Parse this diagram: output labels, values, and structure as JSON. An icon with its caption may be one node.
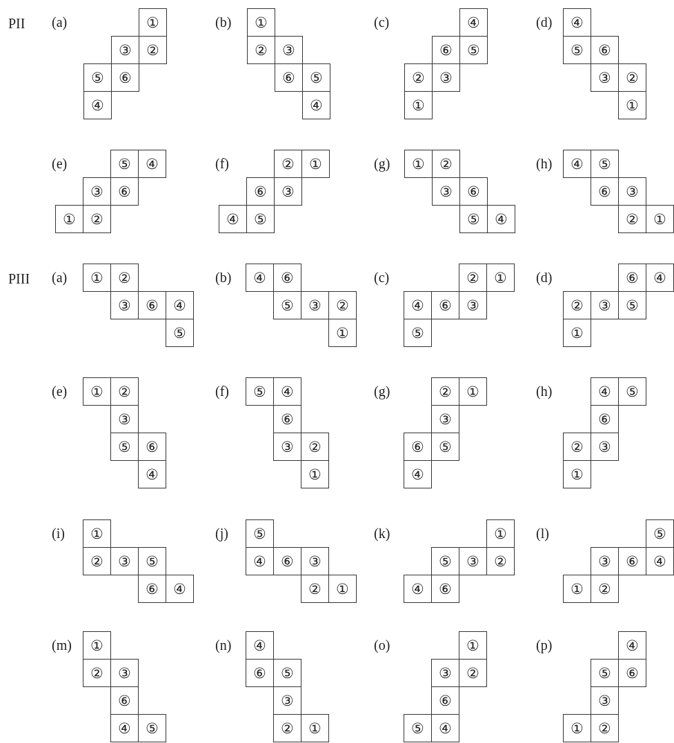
{
  "diagram": {
    "nodes": [
      {
        "text": [
          "①"
        ]
      },
      {
        "text": [
          "③"
        ]
      },
      {
        "text": [
          "②"
        ]
      },
      {
        "text": [
          "⑤"
        ]
      },
      {
        "text": [
          "⑥"
        ]
      },
      {
        "text": [
          "④"
        ]
      },
      {
        "text": [
          "①"
        ]
      },
      {
        "text": [
          "②"
        ]
      },
      {
        "text": [
          "③"
        ]
      },
      {
        "text": [
          "⑥"
        ]
      },
      {
        "text": [
          "⑤"
        ]
      },
      {
        "text": [
          "④"
        ]
      },
      {
        "text": [
          "④"
        ]
      },
      {
        "text": [
          "⑥"
        ]
      },
      {
        "text": [
          "⑤"
        ]
      },
      {
        "text": [
          "②"
        ]
      },
      {
        "text": [
          "③"
        ]
      },
      {
        "text": [
          "①"
        ]
      },
      {
        "text": [
          "④"
        ]
      },
      {
        "text": [
          "⑤"
        ]
      },
      {
        "text": [
          "⑥"
        ]
      },
      {
        "text": [
          "③"
        ]
      },
      {
        "text": [
          "②"
        ]
      },
      {
        "text": [
          "①"
        ]
      },
      {
        "text": [
          "⑤"
        ]
      },
      {
        "text": [
          "④"
        ]
      },
      {
        "text": [
          "③"
        ]
      },
      {
        "text": [
          "⑥"
        ]
      },
      {
        "text": [
          "①"
        ]
      },
      {
        "text": [
          "②"
        ]
      },
      {
        "text": [
          "②"
        ]
      },
      {
        "text": [
          "①"
        ]
      },
      {
        "text": [
          "⑥"
        ]
      },
      {
        "text": [
          "③"
        ]
      },
      {
        "text": [
          "④"
        ]
      },
      {
        "text": [
          "⑤"
        ]
      },
      {
        "text": [
          "①"
        ]
      },
      {
        "text": [
          "②"
        ]
      },
      {
        "text": [
          "③"
        ]
      },
      {
        "text": [
          "⑥"
        ]
      },
      {
        "text": [
          "⑤"
        ]
      },
      {
        "text": [
          "④"
        ]
      },
      {
        "text": [
          "④"
        ]
      },
      {
        "text": [
          "⑤"
        ]
      },
      {
        "text": [
          "⑥"
        ]
      },
      {
        "text": [
          "③"
        ]
      },
      {
        "text": [
          "②"
        ]
      },
      {
        "text": [
          "①"
        ]
      },
      {
        "text": [
          "①"
        ]
      },
      {
        "text": [
          "②"
        ]
      },
      {
        "text": [
          "③"
        ]
      },
      {
        "text": [
          "⑥"
        ]
      },
      {
        "text": [
          "④"
        ]
      },
      {
        "text": [
          "⑤"
        ]
      },
      {
        "text": [
          "④"
        ]
      },
      {
        "text": [
          "⑥"
        ]
      },
      {
        "text": [
          "⑤"
        ]
      },
      {
        "text": [
          "③"
        ]
      },
      {
        "text": [
          "②"
        ]
      },
      {
        "text": [
          "①"
        ]
      },
      {
        "text": [
          "②"
        ]
      },
      {
        "text": [
          "①"
        ]
      },
      {
        "text": [
          "④"
        ]
      },
      {
        "text": [
          "⑥"
        ]
      },
      {
        "text": [
          "③"
        ]
      },
      {
        "text": [
          "⑤"
        ]
      },
      {
        "text": [
          "⑥"
        ]
      },
      {
        "text": [
          "④"
        ]
      },
      {
        "text": [
          "②"
        ]
      },
      {
        "text": [
          "③"
        ]
      },
      {
        "text": [
          "⑤"
        ]
      },
      {
        "text": [
          "①"
        ]
      },
      {
        "text": [
          "①"
        ]
      },
      {
        "text": [
          "②"
        ]
      },
      {
        "text": [
          "③"
        ]
      },
      {
        "text": [
          "⑤"
        ]
      },
      {
        "text": [
          "⑥"
        ]
      },
      {
        "text": [
          "④"
        ]
      },
      {
        "text": [
          "⑤"
        ]
      },
      {
        "text": [
          "④"
        ]
      },
      {
        "text": [
          "⑥"
        ]
      },
      {
        "text": [
          "③"
        ]
      },
      {
        "text": [
          "②"
        ]
      },
      {
        "text": [
          "①"
        ]
      },
      {
        "text": [
          "②"
        ]
      },
      {
        "text": [
          "①"
        ]
      },
      {
        "text": [
          "③"
        ]
      },
      {
        "text": [
          "⑥"
        ]
      },
      {
        "text": [
          "⑤"
        ]
      },
      {
        "text": [
          "④"
        ]
      },
      {
        "text": [
          "④"
        ]
      },
      {
        "text": [
          "⑤"
        ]
      },
      {
        "text": [
          "⑥"
        ]
      },
      {
        "text": [
          "②"
        ]
      },
      {
        "text": [
          "③"
        ]
      },
      {
        "text": [
          "①"
        ]
      },
      {
        "text": [
          "①"
        ]
      },
      {
        "text": [
          "②"
        ]
      },
      {
        "text": [
          "③"
        ]
      },
      {
        "text": [
          "⑤"
        ]
      },
      {
        "text": [
          "⑥"
        ]
      },
      {
        "text": [
          "④"
        ]
      },
      {
        "text": [
          "⑤"
        ]
      },
      {
        "text": [
          "④"
        ]
      },
      {
        "text": [
          "⑥"
        ]
      },
      {
        "text": [
          "③"
        ]
      },
      {
        "text": [
          "②"
        ]
      },
      {
        "text": [
          "①"
        ]
      },
      {
        "text": [
          "①"
        ]
      },
      {
        "text": [
          "⑤"
        ]
      },
      {
        "text": [
          "③"
        ]
      },
      {
        "text": [
          "②"
        ]
      },
      {
        "text": [
          "④"
        ]
      },
      {
        "text": [
          "⑥"
        ]
      },
      {
        "text": [
          "⑤"
        ]
      },
      {
        "text": [
          "③"
        ]
      },
      {
        "text": [
          "⑥"
        ]
      },
      {
        "text": [
          "④"
        ]
      },
      {
        "text": [
          "①"
        ]
      },
      {
        "text": [
          "②"
        ]
      },
      {
        "text": [
          "①"
        ]
      },
      {
        "text": [
          "②"
        ]
      },
      {
        "text": [
          "③"
        ]
      },
      {
        "text": [
          "⑥"
        ]
      },
      {
        "text": [
          "④"
        ]
      },
      {
        "text": [
          "⑤"
        ]
      },
      {
        "text": [
          "④"
        ]
      },
      {
        "text": [
          "⑥"
        ]
      },
      {
        "text": [
          "⑤"
        ]
      },
      {
        "text": [
          "③"
        ]
      },
      {
        "text": [
          "②"
        ]
      },
      {
        "text": [
          "①"
        ]
      },
      {
        "text": [
          "①"
        ]
      },
      {
        "text": [
          "③"
        ]
      },
      {
        "text": [
          "②"
        ]
      },
      {
        "text": [
          "⑥"
        ]
      },
      {
        "text": [
          "⑤"
        ]
      },
      {
        "text": [
          "④"
        ]
      },
      {
        "text": [
          "④"
        ]
      },
      {
        "text": [
          "⑤"
        ]
      },
      {
        "text": [
          "⑥"
        ]
      },
      {
        "text": [
          "③"
        ]
      },
      {
        "text": [
          "①"
        ]
      },
      {
        "text": [
          "②"
        ]
      }
    ],
    "labels": [
      "PII",
      "(a)",
      "(b)",
      "(c)",
      "(d)",
      "(e)",
      "(f)",
      "(g)",
      "(h)",
      "PIII",
      "(a)",
      "(b)",
      "(c)",
      "(d)",
      "(e)",
      "(f)",
      "(g)",
      "(h)",
      "(i)",
      "(j)",
      "(k)",
      "(l)",
      "(m)",
      "(n)",
      "(o)",
      "(p)"
    ]
  }
}
